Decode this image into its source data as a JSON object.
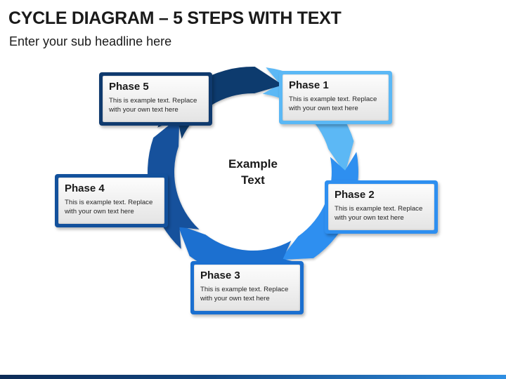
{
  "header": {
    "title": "CYCLE DIAGRAM – 5 STEPS WITH TEXT",
    "subtitle": "Enter your sub headline here"
  },
  "center": {
    "line1": "Example",
    "line2": "Text"
  },
  "phases": [
    {
      "title": "Phase 1",
      "text": "This is example text. Replace with your own text here",
      "color": "#5bb8f5"
    },
    {
      "title": "Phase 2",
      "text": "This is example text. Replace with your own text here",
      "color": "#2e8ff0"
    },
    {
      "title": "Phase 3",
      "text": "This is example text. Replace with your own text here",
      "color": "#1a6fd0"
    },
    {
      "title": "Phase 4",
      "text": "This is example text. Replace with your own text here",
      "color": "#13519c"
    },
    {
      "title": "Phase 5",
      "text": "This is example text. Replace with your own text here",
      "color": "#0f3a6e"
    }
  ],
  "colors": {
    "arc1": "#5bb8f5",
    "arc2": "#2e8ff0",
    "arc3": "#1a6fd0",
    "arc4": "#13519c",
    "arc5": "#0f3a6e"
  }
}
